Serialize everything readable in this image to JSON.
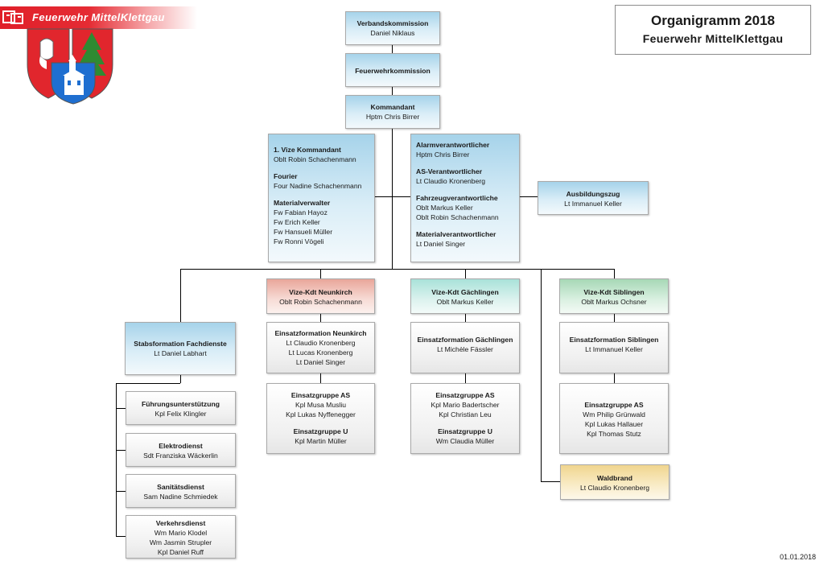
{
  "header": {
    "logo_text": "Feuerwehr MittelKlettgau",
    "title": "Organigramm 2018",
    "subtitle": "Feuerwehr MittelKlettgau"
  },
  "date": "01.01.2018",
  "chart": {
    "verband": {
      "title": "Verbandskommission",
      "names": [
        "Daniel Niklaus"
      ]
    },
    "fwkommission": {
      "title": "Feuerwehrkommission",
      "names": []
    },
    "kommandant": {
      "title": "Kommandant",
      "names": [
        "Hptm Chris Birrer"
      ]
    },
    "vize_group": {
      "groups": [
        {
          "title": "1. Vize Kommandant",
          "names": [
            "Oblt Robin Schachenmann"
          ]
        },
        {
          "title": "Fourier",
          "names": [
            "Four Nadine Schachenmann"
          ]
        },
        {
          "title": "Materialverwalter",
          "names": [
            "Fw Fabian Hayoz",
            "Fw Erich Keller",
            "Fw Hansueli Müller",
            "Fw Ronni Vögeli"
          ]
        }
      ]
    },
    "alarm_group": {
      "groups": [
        {
          "title": "Alarmverantwortlicher",
          "names": [
            "Hptm Chris Birrer"
          ]
        },
        {
          "title": "AS-Verantwortlicher",
          "names": [
            "Lt Claudio Kronenberg"
          ]
        },
        {
          "title": "Fahrzeugverantwortliche",
          "names": [
            "Oblt Markus Keller",
            "Oblt Robin Schachenmann"
          ]
        },
        {
          "title": "Materialverantwortlicher",
          "names": [
            "Lt Daniel Singer"
          ]
        }
      ]
    },
    "ausbildungszug": {
      "title": "Ausbildungszug",
      "names": [
        "Lt Immanuel Keller"
      ]
    },
    "stabsformation": {
      "title": "Stabsformation Fachdienste",
      "names": [
        "Lt Daniel Labhart"
      ]
    },
    "fachdienste": [
      {
        "title": "Führungsunterstützung",
        "names": [
          "Kpl Felix Klingler"
        ]
      },
      {
        "title": "Elektrodienst",
        "names": [
          "Sdt Franziska Wäckerlin"
        ]
      },
      {
        "title": "Sanitätsdienst",
        "names": [
          "Sam Nadine Schmiedek"
        ]
      },
      {
        "title": "Verkehrsdienst",
        "names": [
          "Wm Mario Klodel",
          "Wm Jasmin Strupler",
          "Kpl Daniel Ruff"
        ]
      }
    ],
    "neunkirch": {
      "head": {
        "title": "Vize-Kdt Neunkirch",
        "names": [
          "Oblt Robin Schachenmann"
        ]
      },
      "einsatz": {
        "title": "Einsatzformation Neunkirch",
        "names": [
          "Lt Claudio Kronenberg",
          "Lt Lucas Kronenberg",
          "Lt Daniel Singer"
        ]
      },
      "gruppen": [
        {
          "title": "Einsatzgruppe AS",
          "names": [
            "Kpl Musa Musliu",
            "Kpl Lukas Nyffenegger"
          ]
        },
        {
          "title": "Einsatzgruppe U",
          "names": [
            "Kpl Martin Müller"
          ]
        }
      ]
    },
    "gaechlingen": {
      "head": {
        "title": "Vize-Kdt Gächlingen",
        "names": [
          "Oblt Markus Keller"
        ]
      },
      "einsatz": {
        "title": "Einsatzformation Gächlingen",
        "names": [
          "Lt Michèle Fässler"
        ]
      },
      "gruppen": [
        {
          "title": "Einsatzgruppe AS",
          "names": [
            "Kpl Mario Badertscher",
            "Kpl Christian Leu"
          ]
        },
        {
          "title": "Einsatzgruppe U",
          "names": [
            "Wm Claudia Müller"
          ]
        }
      ]
    },
    "siblingen": {
      "head": {
        "title": "Vize-Kdt Siblingen",
        "names": [
          "Oblt Markus Ochsner"
        ]
      },
      "einsatz": {
        "title": "Einsatzformation Siblingen",
        "names": [
          "Lt Immanuel Keller"
        ]
      },
      "gruppen": [
        {
          "title": "Einsatzgruppe AS",
          "names": [
            "Wm Philip Grünwald",
            "Kpl Lukas Hallauer",
            "Kpl Thomas Stutz"
          ]
        }
      ]
    },
    "waldbrand": {
      "title": "Waldbrand",
      "names": [
        "Lt Claudio Kronenberg"
      ]
    }
  }
}
